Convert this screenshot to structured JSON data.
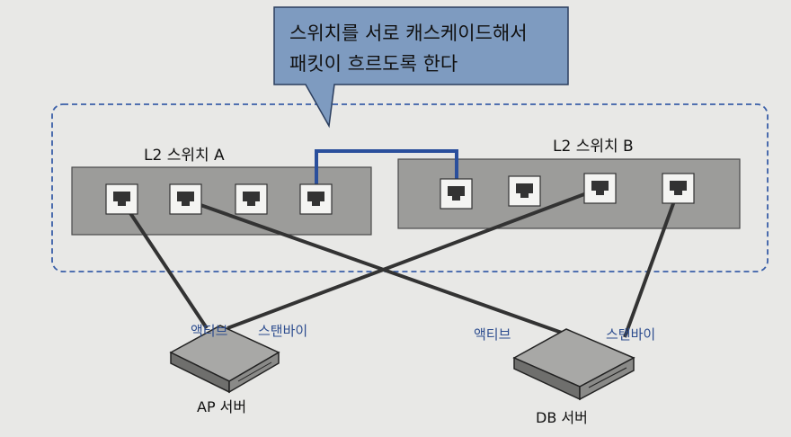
{
  "callout": {
    "line1": "스위치를 서로 캐스케이드해서",
    "line2": "패킷이 흐르도록 한다"
  },
  "switches": {
    "a": {
      "label": "L2 스위치 A"
    },
    "b": {
      "label": "L2 스위치 B"
    }
  },
  "servers": {
    "ap": {
      "label": "AP 서버",
      "active_label": "액티브",
      "standby_label": "스탠바이"
    },
    "db": {
      "label": "DB 서버",
      "active_label": "액티브",
      "standby_label": "스탠바이"
    }
  },
  "colors": {
    "cascade_link": "#2a4f9c",
    "port_label": "#2d4d8f",
    "callout_fill": "#7e9bc0",
    "switch_fill": "#9c9c9a"
  }
}
